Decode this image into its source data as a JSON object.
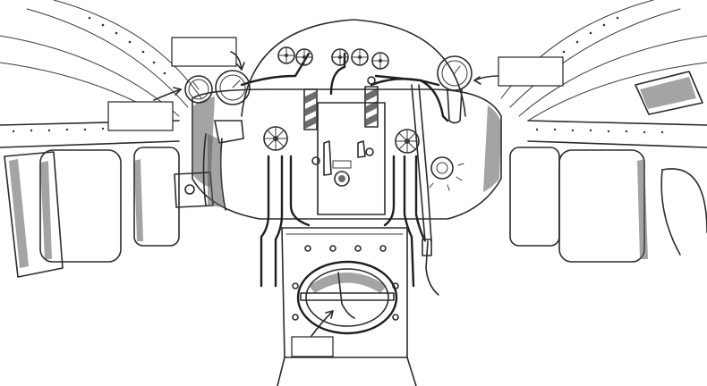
{
  "diagram": {
    "labels": [
      {
        "id": "label-top-gauge",
        "text": ""
      },
      {
        "id": "label-left-gauge",
        "text": ""
      },
      {
        "id": "label-right-gauge",
        "text": ""
      },
      {
        "id": "label-firebox",
        "text": ""
      }
    ],
    "components": {
      "gauges": [
        "pressure-gauge-left-small",
        "pressure-gauge-left-large",
        "pressure-gauge-right"
      ],
      "valve_wheels": 6,
      "sight_glasses": 2,
      "firebox_door": "firebox-door"
    },
    "colors": {
      "ink": "#2b2b2b",
      "paper": "#ffffff",
      "shade": "#5a5a5a"
    }
  }
}
